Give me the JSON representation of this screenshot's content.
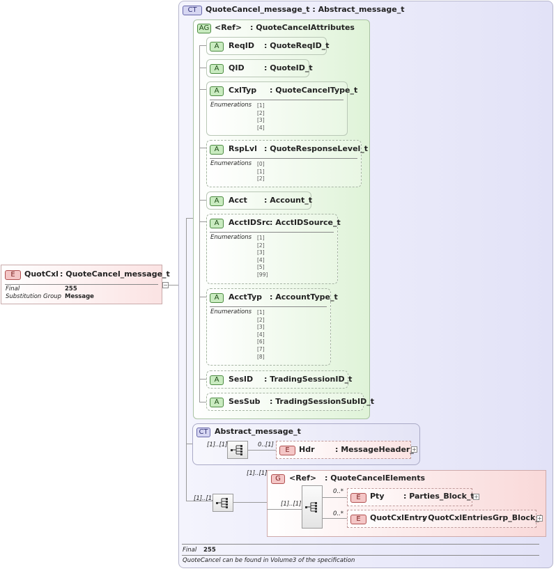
{
  "root": {
    "badge": "E",
    "name": "QuotCxl",
    "type": ": QuoteCancel_message_t",
    "props": [
      {
        "key": "Final",
        "value": "255"
      },
      {
        "key": "Substitution Group",
        "value": "Message"
      }
    ]
  },
  "complex_type": {
    "badge": "CT",
    "title": "QuoteCancel_message_t : Abstract_message_t",
    "footer_key": "Final",
    "footer_value": "255",
    "footer_note": "QuoteCancel can be found in Volume3 of the specification"
  },
  "attribute_group": {
    "badge": "AG",
    "ref": "<Ref>",
    "name": ": QuoteCancelAttributes",
    "attributes": [
      {
        "badge": "A",
        "name": "ReqID",
        "type": ": QuoteReqID_t"
      },
      {
        "badge": "A",
        "name": "QID",
        "type": ": QuoteID_t"
      },
      {
        "badge": "A",
        "name": "CxlTyp",
        "type": ": QuoteCancelType_t",
        "enum_label": "Enumerations",
        "enums": [
          "[1]",
          "[2]",
          "[3]",
          "[4]"
        ]
      },
      {
        "badge": "A",
        "name": "RspLvl",
        "type": ": QuoteResponseLevel_t",
        "enum_label": "Enumerations",
        "enums": [
          "[0]",
          "[1]",
          "[2]"
        ]
      },
      {
        "badge": "A",
        "name": "Acct",
        "type": ": Account_t"
      },
      {
        "badge": "A",
        "name": "AcctIDSrc",
        "type": ": AcctIDSource_t",
        "enum_label": "Enumerations",
        "enums": [
          "[1]",
          "[2]",
          "[3]",
          "[4]",
          "[5]",
          "[99]"
        ]
      },
      {
        "badge": "A",
        "name": "AcctTyp",
        "type": ": AccountType_t",
        "enum_label": "Enumerations",
        "enums": [
          "[1]",
          "[2]",
          "[3]",
          "[4]",
          "[6]",
          "[7]",
          "[8]"
        ]
      },
      {
        "badge": "A",
        "name": "SesID",
        "type": ": TradingSessionID_t"
      },
      {
        "badge": "A",
        "name": "SesSub",
        "type": ": TradingSessionSubID_t"
      }
    ]
  },
  "abstract_message": {
    "badge": "CT",
    "title": "Abstract_message_t",
    "seq_mult": "[1]..[1]",
    "element_mult": "0..[1]",
    "element": {
      "badge": "E",
      "name": "Hdr",
      "type": ": MessageHeader_t"
    }
  },
  "group": {
    "badge": "G",
    "ref": "<Ref>",
    "name": ": QuoteCancelElements",
    "group_mult": "[1]..[1]",
    "outer_seq_mult": "[1]..[1]",
    "inner_seq_mult": "[1]..[1]",
    "elements": [
      {
        "badge": "E",
        "name": "Pty",
        "type": ": Parties_Block_t",
        "mult": "0..*"
      },
      {
        "badge": "E",
        "name": "QuotCxlEntry",
        "type": ": QuotCxlEntriesGrp_Block_t",
        "mult": "0..*"
      }
    ]
  }
}
